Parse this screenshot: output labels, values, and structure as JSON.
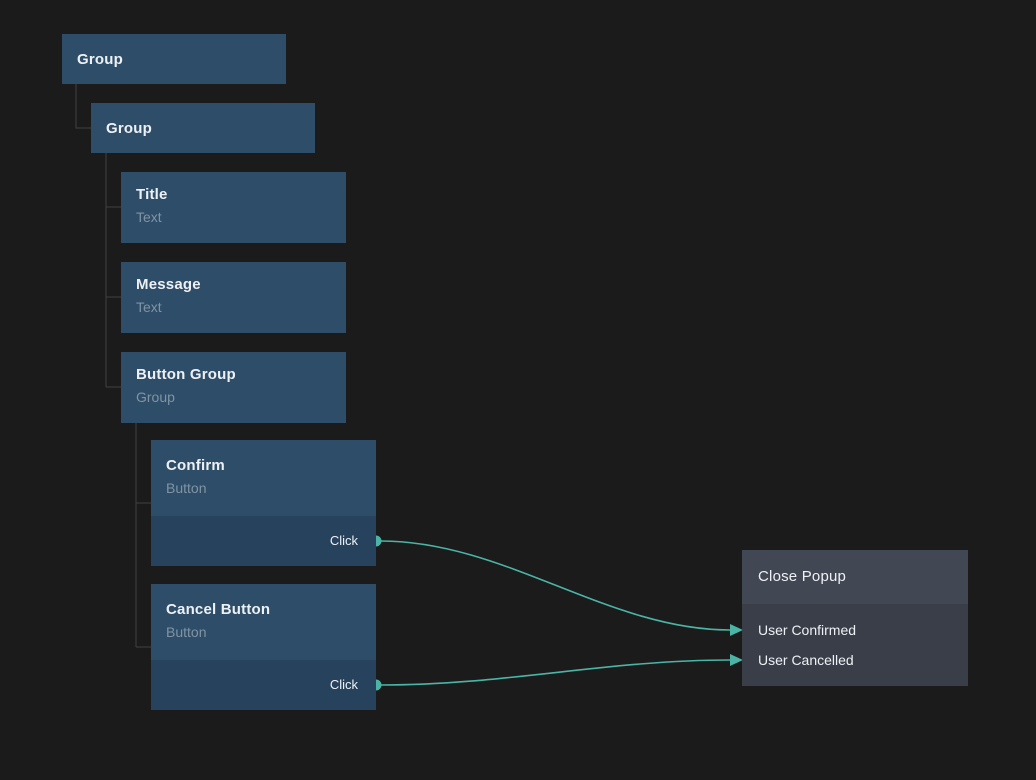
{
  "nodes": {
    "group_root": {
      "title": "Group"
    },
    "group_child": {
      "title": "Group"
    },
    "title_node": {
      "title": "Title",
      "type": "Text"
    },
    "message": {
      "title": "Message",
      "type": "Text"
    },
    "button_group": {
      "title": "Button Group",
      "type": "Group"
    },
    "confirm": {
      "title": "Confirm",
      "type": "Button",
      "event": "Click"
    },
    "cancel": {
      "title": "Cancel Button",
      "type": "Button",
      "event": "Click"
    },
    "close_popup": {
      "title": "Close Popup",
      "inputs": [
        "User Confirmed",
        "User Cancelled"
      ]
    }
  },
  "connections": [
    {
      "from_node": "Confirm",
      "from_port": "Click",
      "to_node": "Close Popup",
      "to_port": "User Confirmed"
    },
    {
      "from_node": "Cancel Button",
      "from_port": "Click",
      "to_node": "Close Popup",
      "to_port": "User Cancelled"
    }
  ],
  "colors": {
    "bg": "#1b1b1b",
    "node_fill": "#2e4d68",
    "port_fill": "#26425c",
    "event_header_fill": "#424754",
    "event_body_fill": "#393e48",
    "wire": "#4ab5a6",
    "tree_line": "#404040",
    "title_text": "#eef1f4",
    "type_text": "#8094a3"
  }
}
